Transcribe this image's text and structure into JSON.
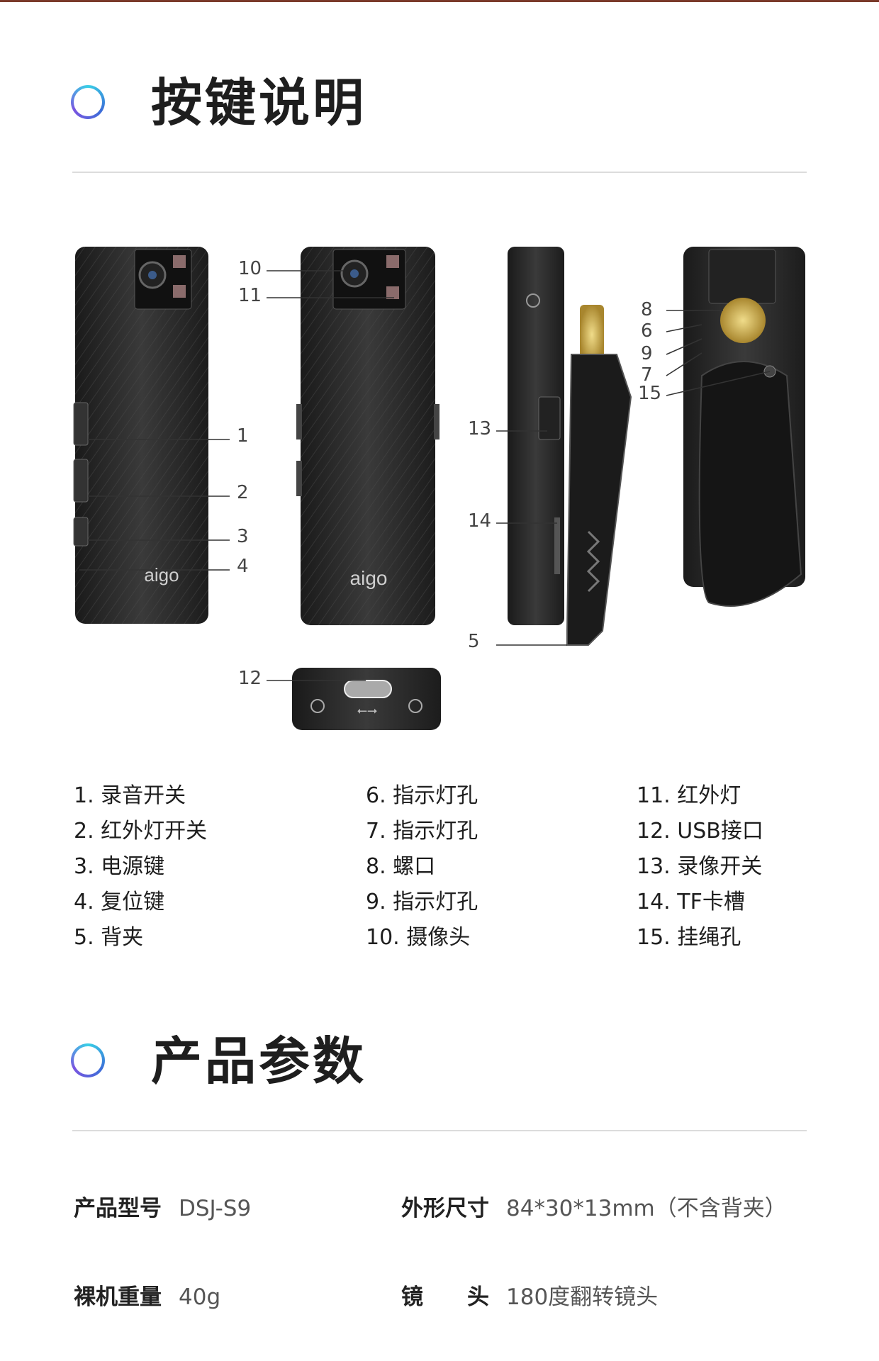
{
  "sections": {
    "keys": {
      "title": "按键说明"
    },
    "params": {
      "title": "产品参数"
    }
  },
  "callouts": [
    "1",
    "2",
    "3",
    "4",
    "5",
    "6",
    "7",
    "8",
    "9",
    "10",
    "11",
    "12",
    "13",
    "14",
    "15"
  ],
  "logo_text": "aigo",
  "legend": {
    "col1": [
      "1. 录音开关",
      "2. 红外灯开关",
      "3. 电源键",
      "4. 复位键",
      "5. 背夹"
    ],
    "col2": [
      "6. 指示灯孔",
      "7. 指示灯孔",
      "8. 螺口",
      "9. 指示灯孔",
      "10. 摄像头"
    ],
    "col3": [
      "11. 红外灯",
      "12. USB接口",
      "13. 录像开关",
      "14. TF卡槽",
      "15. 挂绳孔"
    ]
  },
  "specs": [
    {
      "label": "产品型号",
      "value": "DSJ-S9"
    },
    {
      "label": "外形尺寸",
      "value": "84*30*13mm（不含背夹）"
    },
    {
      "label": "裸机重量",
      "value": "40g"
    },
    {
      "label": "镜　　头",
      "value": "180度翻转镜头"
    }
  ],
  "colors": {
    "accent_ring_from": "#3ad0e6",
    "accent_ring_to": "#7a55e0",
    "device_body": "#2a2a2a",
    "gold_knob": "#c9a94a"
  }
}
